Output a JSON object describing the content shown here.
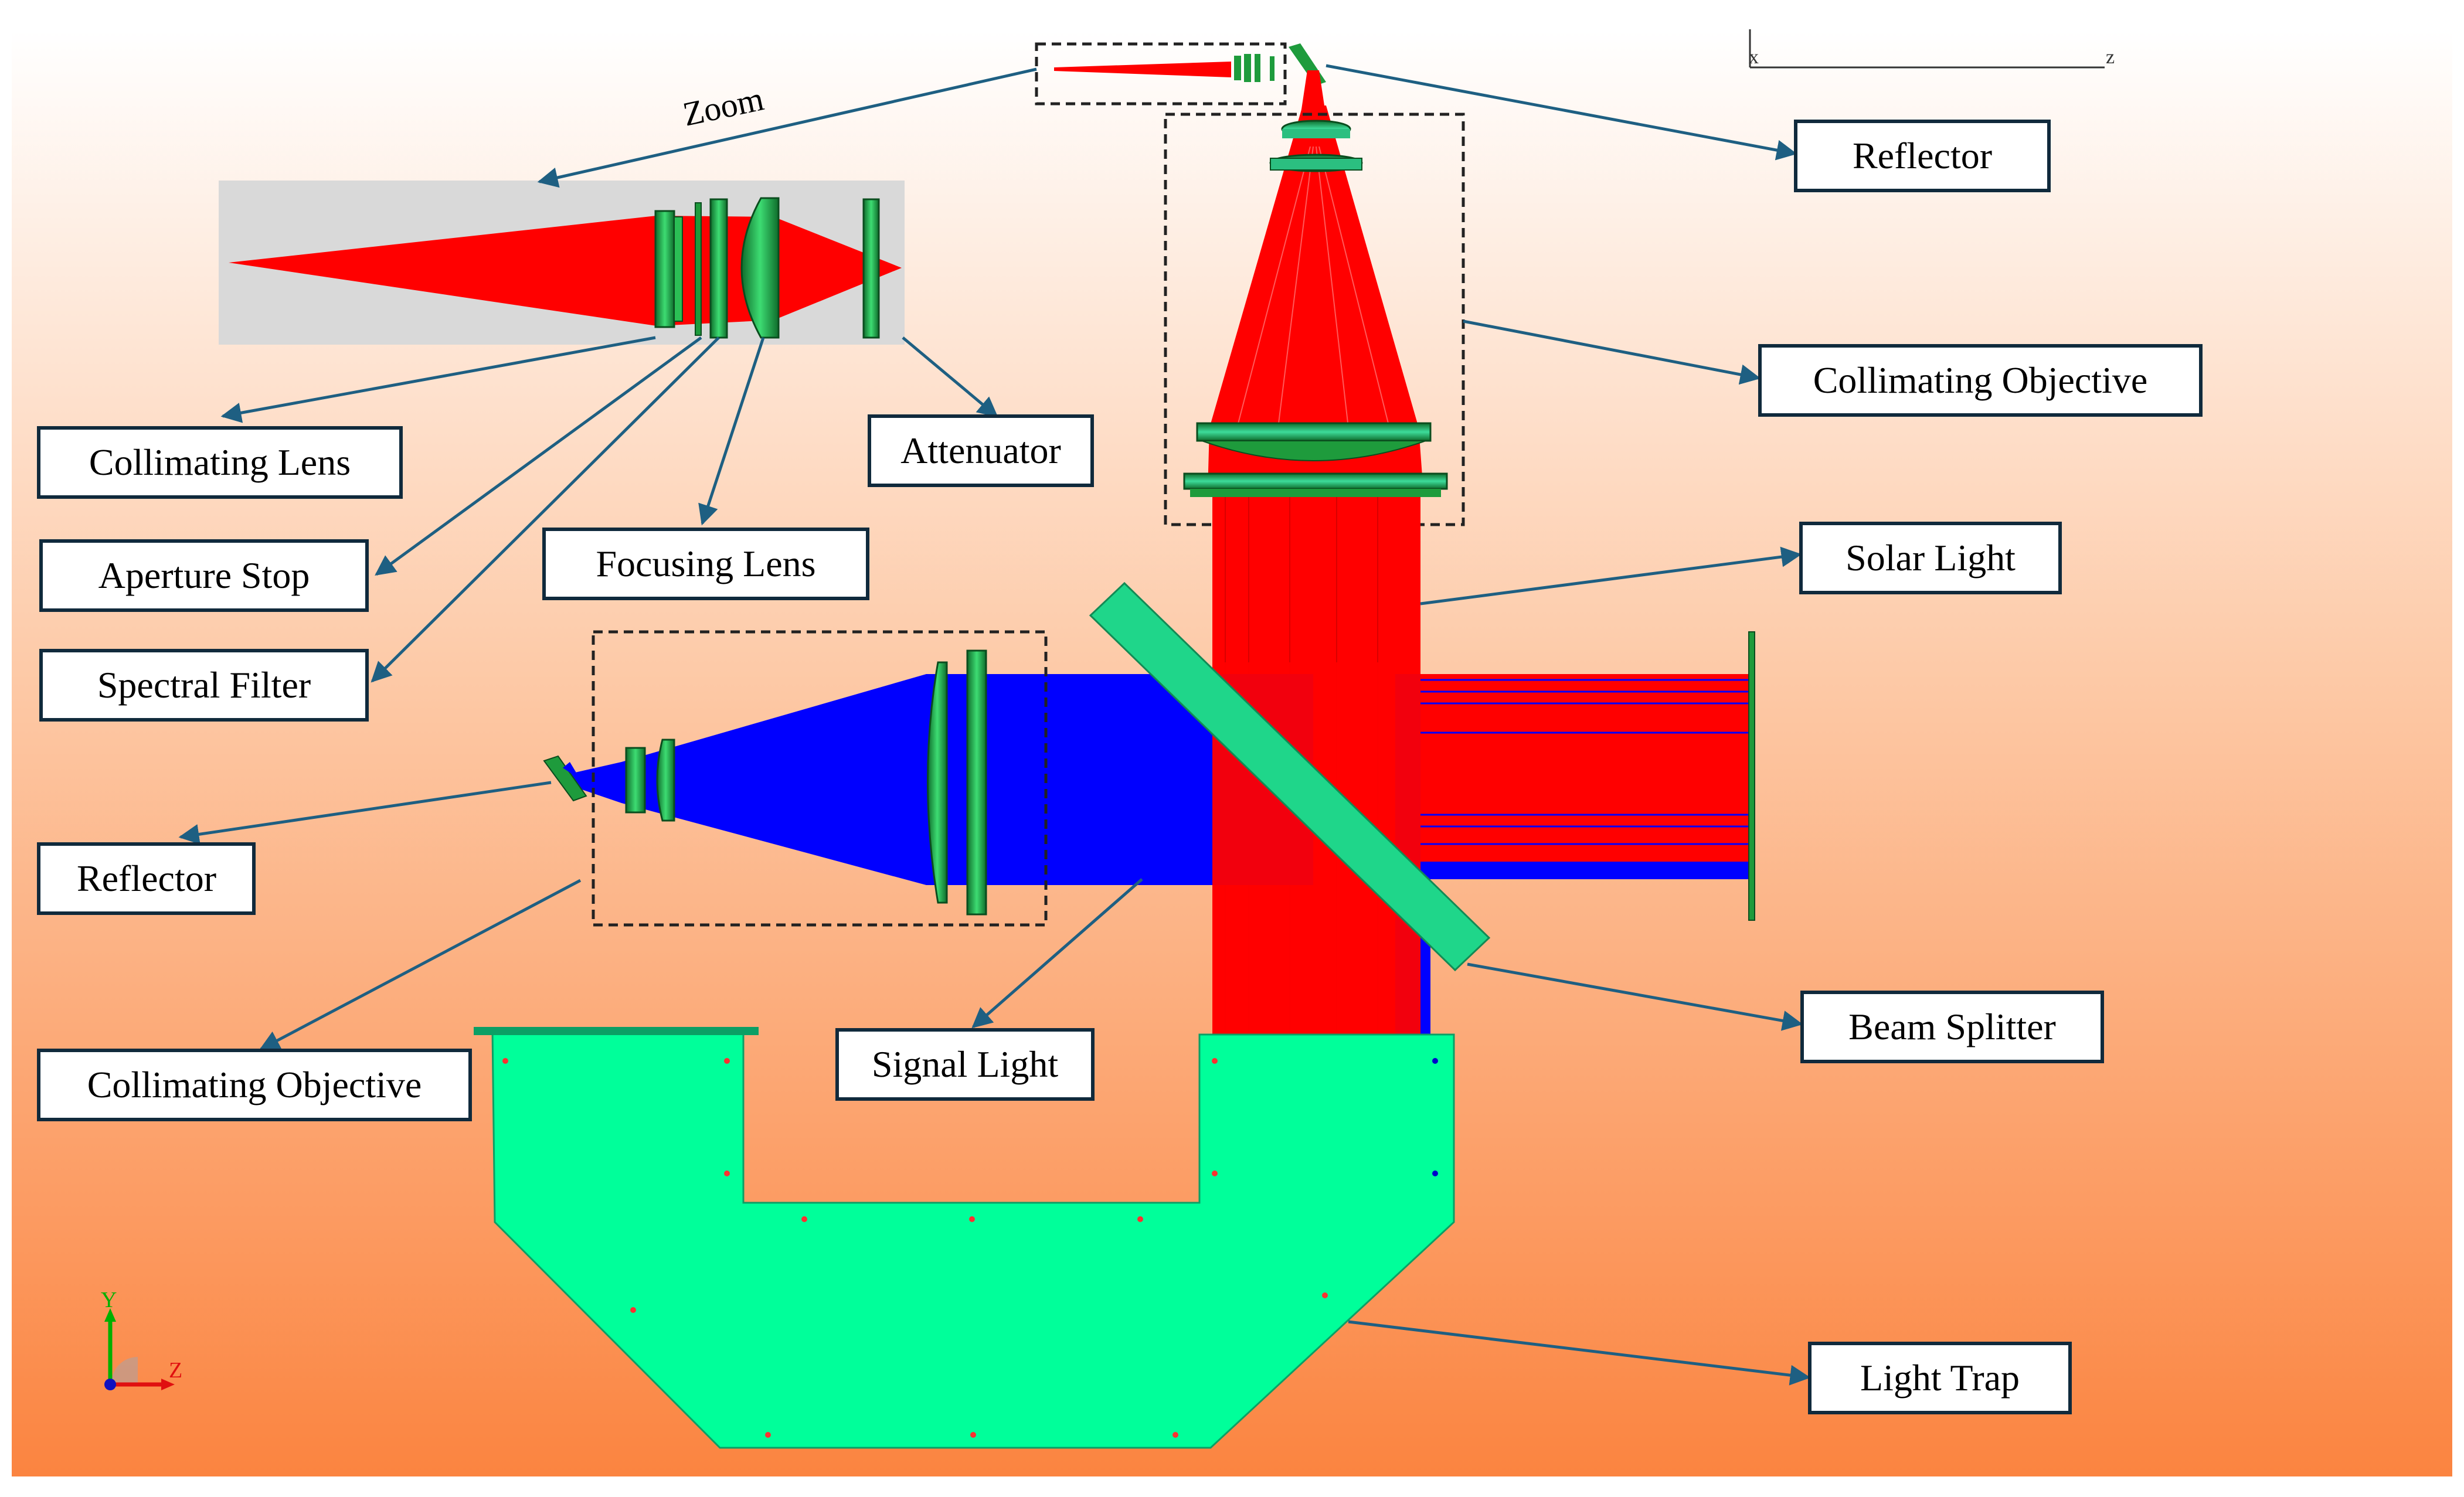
{
  "diagram": {
    "zoom_label": "Zoom",
    "axis": {
      "vertical": "x",
      "horizontal": "z"
    },
    "triad": {
      "y": "Y",
      "z": "Z"
    },
    "labels": {
      "reflector_top": "Reflector",
      "collimating_objective_right": "Collimating Objective",
      "collimating_lens": "Collimating Lens",
      "attenuator": "Attenuator",
      "aperture_stop": "Aperture Stop",
      "focusing_lens": "Focusing Lens",
      "spectral_filter": "Spectral Filter",
      "solar_light": "Solar Light",
      "reflector_left": "Reflector",
      "collimating_objective_left": "Collimating Objective",
      "signal_light": "Signal Light",
      "beam_splitter": "Beam Splitter",
      "light_trap": "Light Trap"
    },
    "colors": {
      "background_top": "#ffffff",
      "background_bottom": "#fb8440",
      "solar_light": "#ff0000",
      "signal_light": "#0000ff",
      "optics": "#1e9b3c",
      "light_trap": "#00ff9a",
      "leader_lines": "#1e5f82",
      "zoom_panel": "#d9d9d9"
    }
  }
}
